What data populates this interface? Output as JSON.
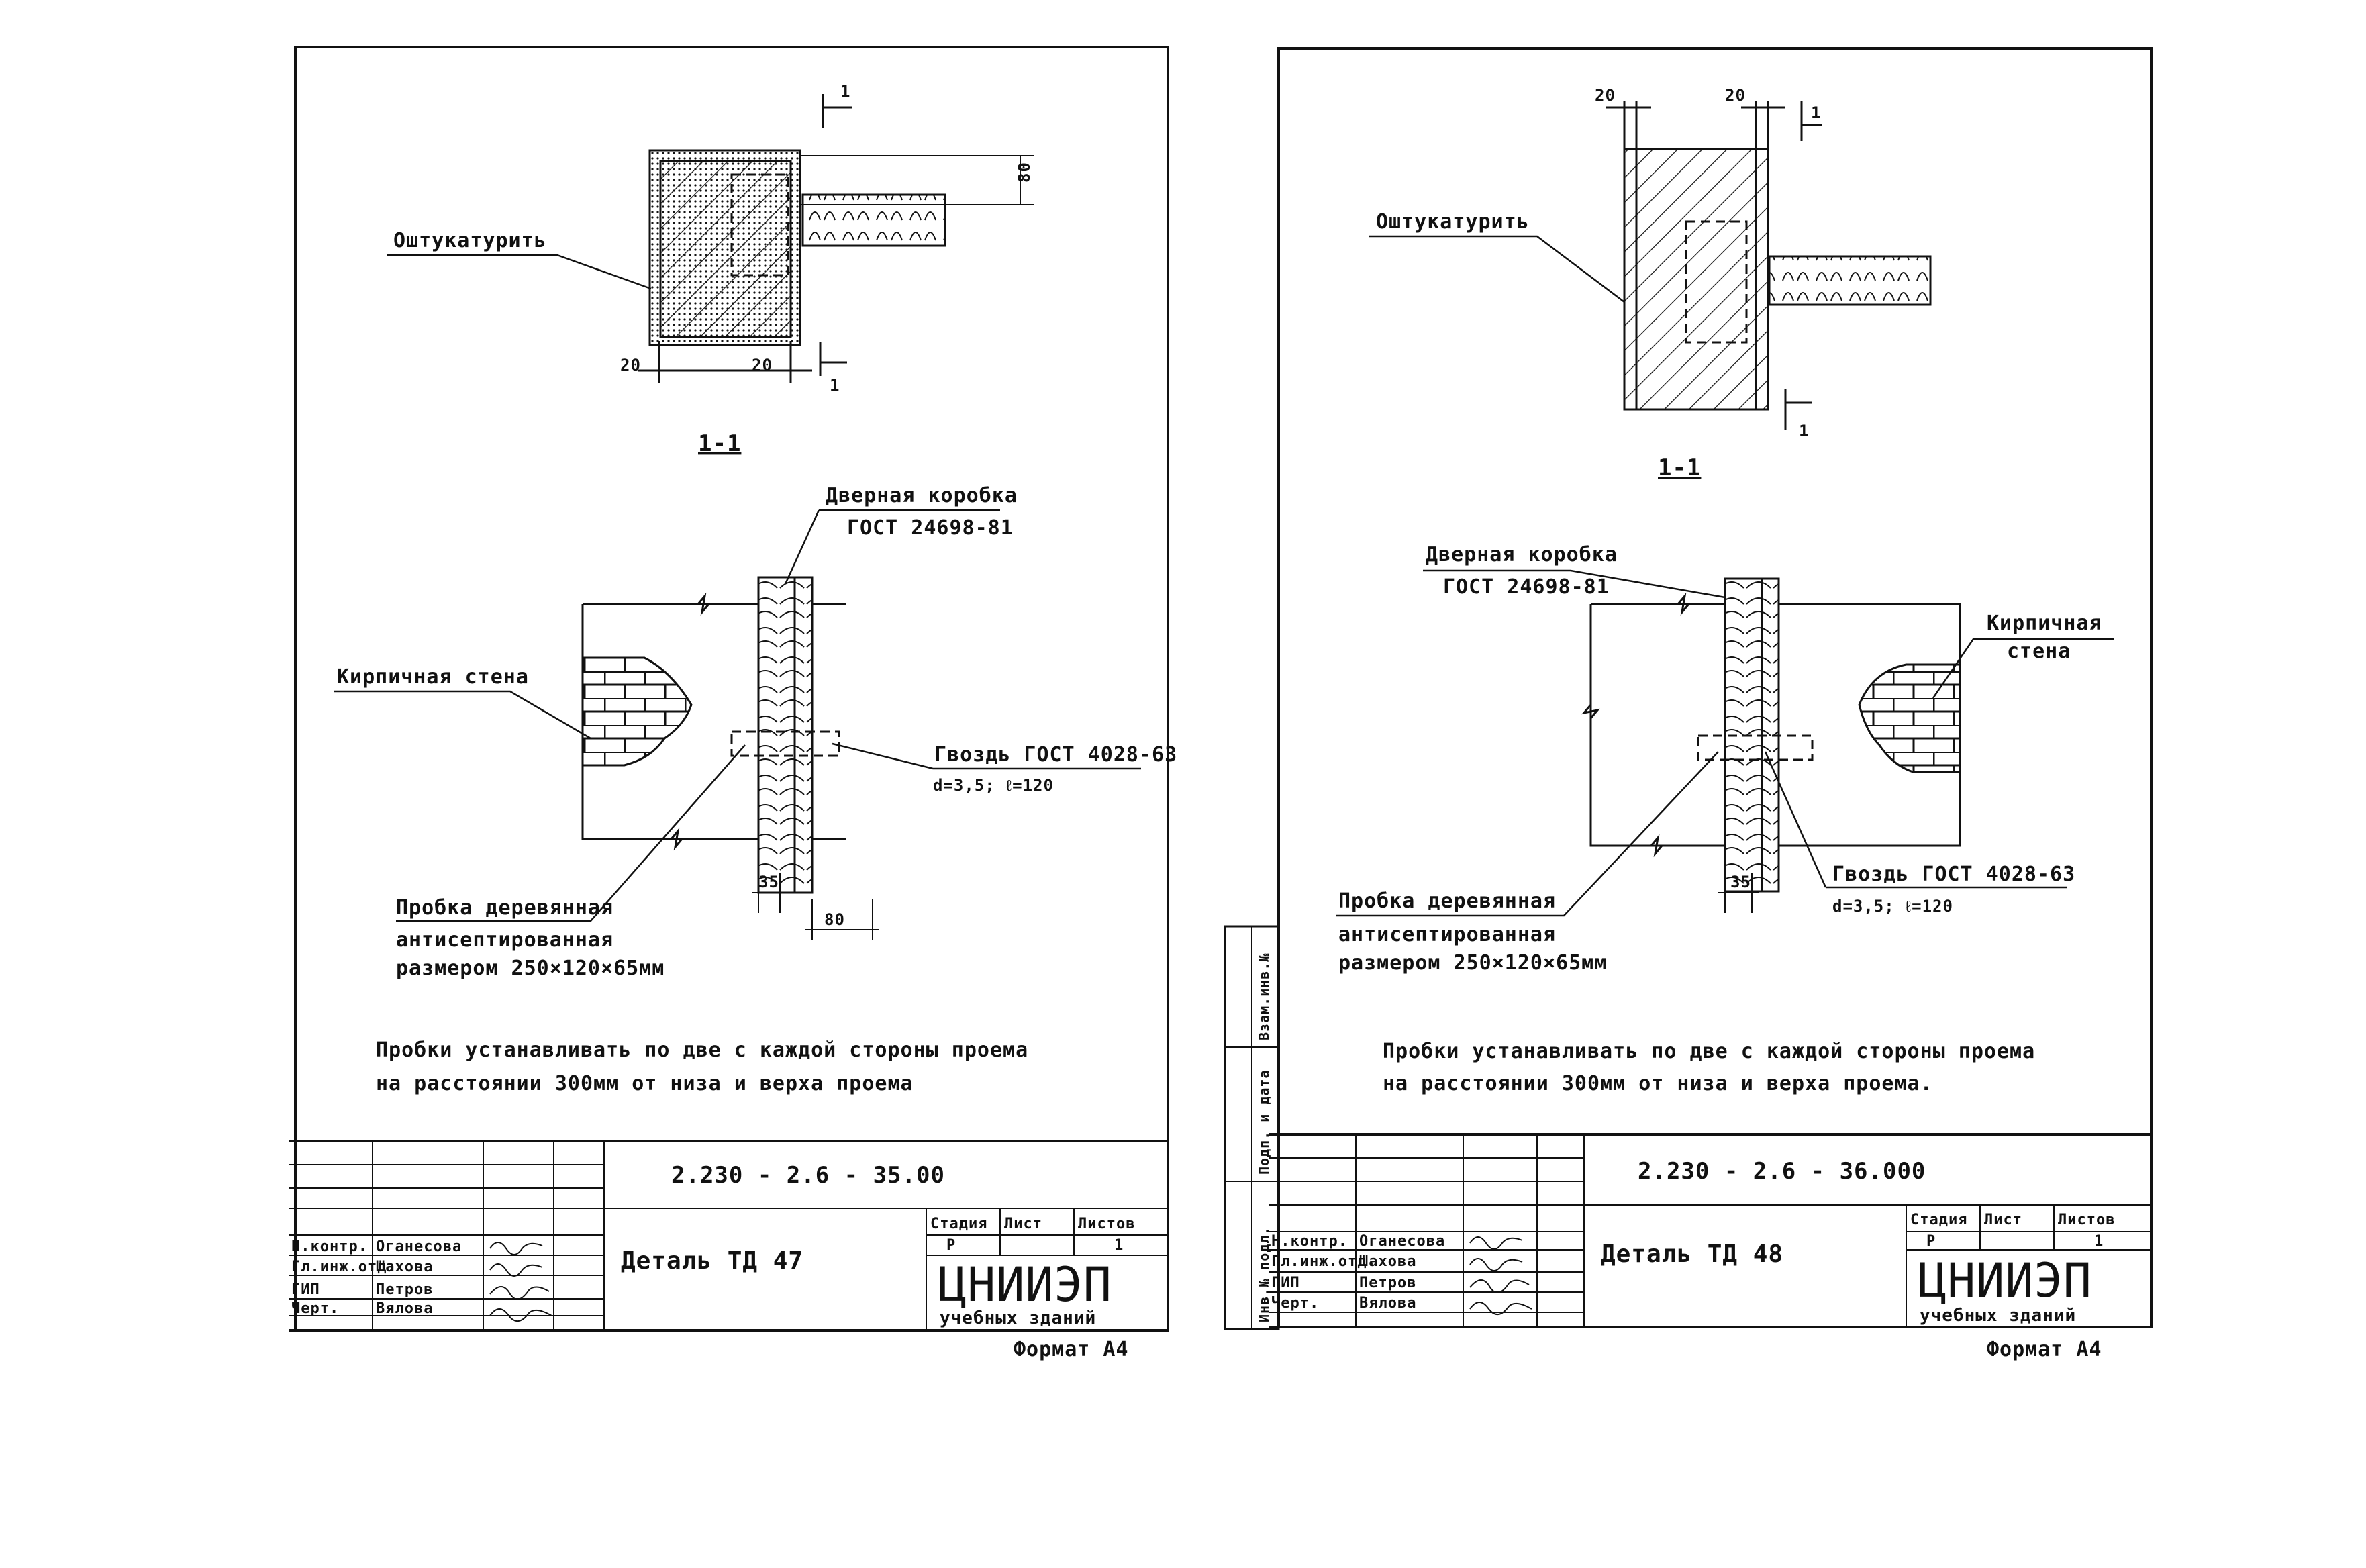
{
  "sheets": [
    {
      "top_view": {
        "plaster_label": "Оштукатурить",
        "dim_80": "80",
        "dim_20_left": "20",
        "dim_20_right": "20",
        "section_mark_top": "1",
        "section_mark_bottom": "1"
      },
      "section_title": "1-1",
      "section_view": {
        "door_frame_label": "Дверная коробка",
        "door_frame_gost": "ГОСТ 24698-81",
        "brick_wall_label": "Кирпичная стена",
        "nail_label": "Гвоздь ГОСТ 4028-63",
        "nail_dims": "d=3,5; ℓ=120",
        "plug_label_1": "Пробка деревянная",
        "plug_label_2": "антисептированная",
        "plug_label_3": "размером 250×120×65мм",
        "dim_35": "35",
        "dim_80": "80"
      },
      "note_line_1": "Пробки устанавливать по две с каждой стороны проема",
      "note_line_2": "на расстоянии 300мм от низа и верха проема",
      "title_block": {
        "doc_code": "2.230 - 2.6   - 35.00",
        "title": "Деталь ТД 47",
        "stage_header": "Стадия",
        "sheet_header": "Лист",
        "sheets_header": "Листов",
        "stage": "Р",
        "sheets_count": "1",
        "org": "ЦНИИЭП",
        "org_sub": "учебных зданий",
        "roles": [
          "Н.контр.",
          "Гл.инж.отд.",
          "ГИП",
          "Черт."
        ],
        "names": [
          "Оганесова",
          "Шахова",
          "Петров",
          "Вялова"
        ]
      },
      "format": "Формат А4"
    },
    {
      "top_view": {
        "plaster_label": "Оштукатурить",
        "dim_20_left": "20",
        "dim_20_right": "20",
        "section_mark_top": "1",
        "section_mark_bottom": "1"
      },
      "section_title": "1-1",
      "section_view": {
        "door_frame_label": "Дверная коробка",
        "door_frame_gost": "ГОСТ 24698-81",
        "brick_wall_label_1": "Кирпичная",
        "brick_wall_label_2": "стена",
        "nail_label": "Гвоздь ГОСТ 4028-63",
        "nail_dims": "d=3,5; ℓ=120",
        "plug_label_1": "Пробка деревянная",
        "plug_label_2": "антисептированная",
        "plug_label_3": "размером 250×120×65мм",
        "dim_35": "35"
      },
      "note_line_1": "Пробки устанавливать по две с каждой стороны проема",
      "note_line_2": "на расстоянии 300мм от низа и верха проема.",
      "side_stamp": [
        "Взам.инв.№",
        "Подп. и дата",
        "Инв.№ подл."
      ],
      "title_block": {
        "doc_code": "2.230 - 2.6   - 36.000",
        "title": "Деталь ТД 48",
        "stage_header": "Стадия",
        "sheet_header": "Лист",
        "sheets_header": "Листов",
        "stage": "Р",
        "sheets_count": "1",
        "org": "ЦНИИЭП",
        "org_sub": "учебных зданий",
        "roles": [
          "Н.контр.",
          "Гл.инж.отд.",
          "ГИП",
          "Черт."
        ],
        "names": [
          "Оганесова",
          "Шахова",
          "Петров",
          "Вялова"
        ]
      },
      "format": "Формат А4"
    }
  ]
}
